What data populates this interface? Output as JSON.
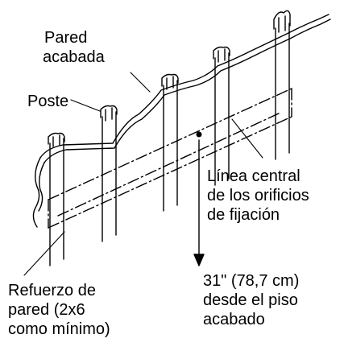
{
  "labels": {
    "finished_wall": [
      "Pared",
      "acabada"
    ],
    "stud": "Poste",
    "centerline": [
      "Línea central",
      "de los orificios",
      "de fijación"
    ],
    "height": [
      "31\" (78,7 cm)",
      "desde el piso",
      "acabado"
    ],
    "backing": [
      "Refuerzo de",
      "pared (2x6",
      "como mínimo)"
    ]
  },
  "colors": {
    "ink": "#000000",
    "paper": "#ffffff"
  }
}
